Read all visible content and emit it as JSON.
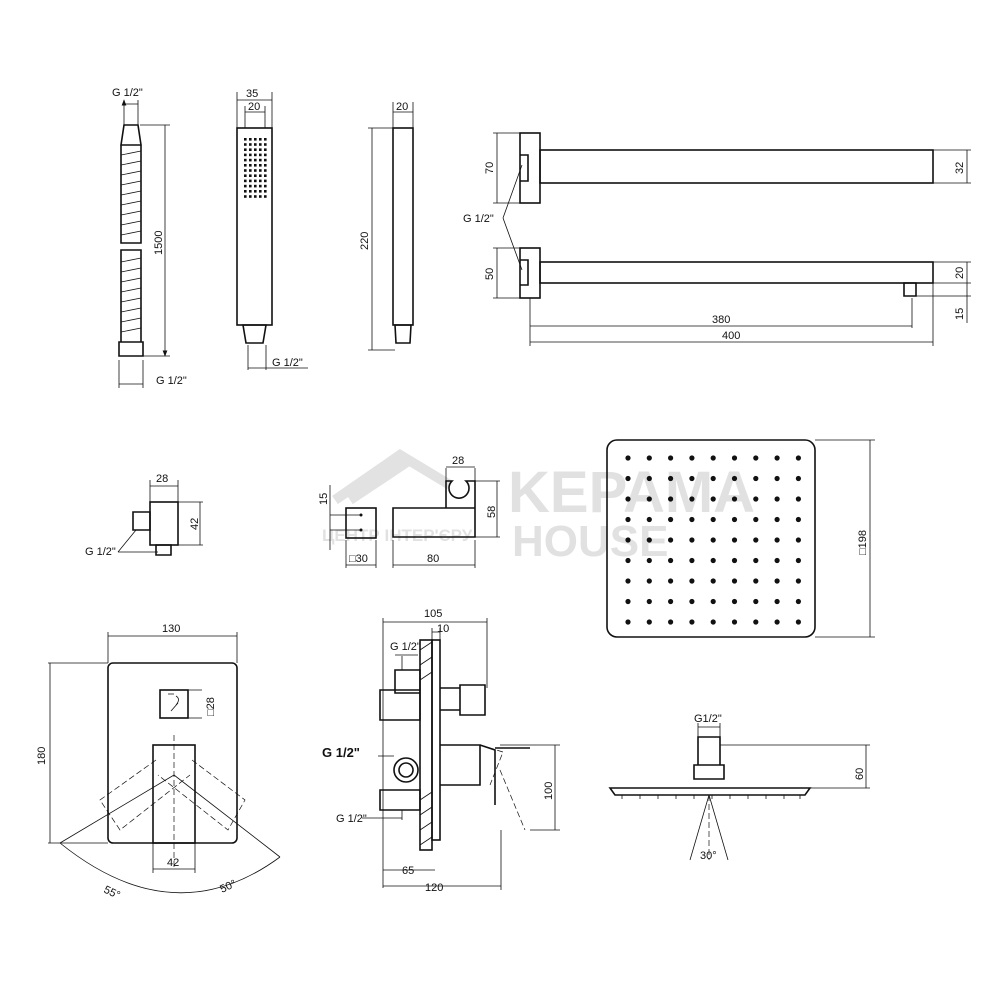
{
  "hose": {
    "thread_top": "G 1/2\"",
    "length": "1500",
    "thread_bottom": "G 1/2\""
  },
  "hand_shower": {
    "width": "35",
    "nozzle_width": "20",
    "thread": "G 1/2\""
  },
  "hand_shower_side": {
    "depth": "20",
    "length": "220"
  },
  "shower_arms": {
    "plate_upper": "70",
    "plate_lower": "50",
    "thread": "G 1/2\"",
    "arm_height_upper": "32",
    "arm_height_lower": "20",
    "nozzle_drop": "15",
    "length_inner": "380",
    "length_total": "400"
  },
  "wall_elbow": {
    "width": "28",
    "height": "42",
    "thread": "G 1/2\""
  },
  "holder": {
    "hole_offset": "15",
    "base_size": "□30",
    "cup_width": "28",
    "height": "58",
    "length": "80"
  },
  "shower_head": {
    "size": "□198",
    "rows": 9,
    "cols": 9
  },
  "mixer_front": {
    "width": "130",
    "height": "180",
    "diverter_size": "□28",
    "lever_width": "42",
    "angle_left": "55°",
    "angle_right": "50°"
  },
  "mixer_side": {
    "depth_total": "105",
    "plate": "10",
    "thread_top": "G 1/2\"",
    "thread_middle": "G 1/2\"",
    "thread_bottom": "G 1/2\"",
    "lever_height": "100",
    "body_depth": "65",
    "overall": "120"
  },
  "head_side": {
    "thread": "G1/2\"",
    "height": "60",
    "spray_angle": "30°"
  },
  "watermark": {
    "brand_line1": "KEPAMA",
    "brand_line2": "HOUSE",
    "tagline": "ЦЕНТР ІНТЕР'ЄРУ"
  }
}
